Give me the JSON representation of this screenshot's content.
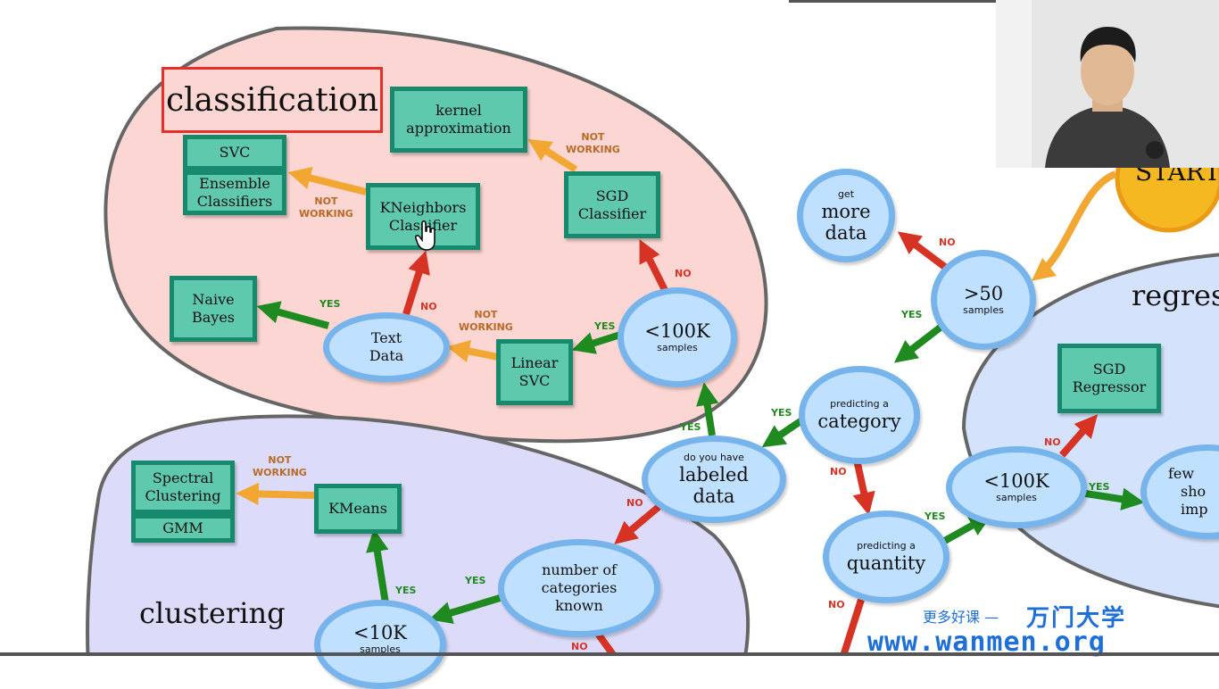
{
  "regions": {
    "classification": "classification",
    "clustering": "clustering",
    "regression": "regres"
  },
  "boxes": {
    "kernel_approx": [
      "kernel",
      "approximation"
    ],
    "svc": "SVC",
    "ensemble": [
      "Ensemble",
      "Classifiers"
    ],
    "kneighbors": [
      "KNeighbors",
      "Classifier"
    ],
    "sgd_classifier": [
      "SGD",
      "Classifier"
    ],
    "naive_bayes": [
      "Naive",
      "Bayes"
    ],
    "linear_svc": [
      "Linear",
      "SVC"
    ],
    "spectral": [
      "Spectral",
      "Clustering"
    ],
    "gmm": "GMM",
    "kmeans": "KMeans",
    "sgd_regressor": [
      "SGD",
      "Regressor"
    ]
  },
  "nodes": {
    "more_data": {
      "small": "get",
      "big": [
        "more",
        "data"
      ]
    },
    "gt50": {
      "big": ">50",
      "small": "samples"
    },
    "predicting_category": {
      "small": "predicting a",
      "big": "category"
    },
    "lt100k_class": {
      "big": "<100K",
      "small": "samples"
    },
    "text_data": {
      "med": [
        "Text",
        "Data"
      ]
    },
    "labeled_data": {
      "small": "do you have",
      "big": [
        "labeled",
        "data"
      ]
    },
    "num_categories": {
      "med": [
        "number of",
        "categories",
        "known"
      ]
    },
    "lt10k": {
      "big": "<10K",
      "small": "samples"
    },
    "predicting_quantity": {
      "small": "predicting a",
      "big": "quantity"
    },
    "lt100k_reg": {
      "big": "<100K",
      "small": "samples"
    },
    "few_features": {
      "med": [
        "few",
        "sho",
        "imp"
      ]
    },
    "start": "START"
  },
  "edge_labels": {
    "no": "NO",
    "yes": "YES",
    "not_working": [
      "NOT",
      "WORKING"
    ]
  },
  "watermark": {
    "cn": "更多好课 —",
    "brand": "万门大学",
    "url": "www.wanmen.org"
  },
  "colors": {
    "class_region": "#fbd6d2",
    "cluster_region": "#dcdcfa",
    "regress_region": "#d4e2fb",
    "yes_arrow": "#1f8a1f",
    "no_arrow": "#d73325",
    "nw_arrow": "#f3a733",
    "box_fill": "#5ec9ad",
    "node_fill": "#bfe0ff"
  }
}
